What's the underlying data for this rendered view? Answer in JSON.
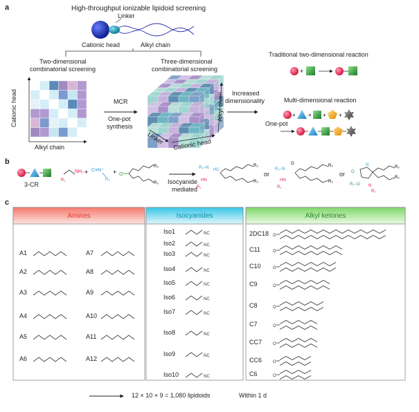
{
  "panel_a": {
    "letter": "a",
    "title": "High-throughput ionizable lipidoid screening",
    "linker": "Linker",
    "cationic_head": "Cationic head",
    "alkyl_chain": "Alkyl chain",
    "two_dim_title_1": "Two-dimensional",
    "two_dim_title_2": "combinatorial screening",
    "three_dim_title_1": "Three-dimensional",
    "three_dim_title_2": "combinatorial screening",
    "axis_cationic_head": "Cationic head",
    "axis_alkyl_chain": "Alkyl chain",
    "mcr": "MCR",
    "one_pot_1": "One-pot",
    "one_pot_2": "synthesis",
    "cube_linker": "Linker",
    "cube_cationic_head": "Cationic head",
    "cube_alkyl_chain": "Alkyl chain",
    "increased_1": "Increased",
    "increased_2": "dimensionality",
    "traditional": "Traditional two-dimensional reaction",
    "multi": "Multi-dimensional reaction",
    "one_pot_short": "One-pot",
    "colors": {
      "head": "#1a2fb5",
      "linker": "#1e8fb0",
      "red": "#e8194b",
      "green": "#2f9a3a",
      "blue": "#2a9ad6",
      "orange": "#f4a81c",
      "gray": "#555555"
    }
  },
  "panel_b": {
    "letter": "b",
    "three_cr": "3-CR",
    "isocyanide_1": "Isocyanide",
    "isocyanide_2": "mediated",
    "or_1": "or",
    "or_2": "or"
  },
  "panel_c": {
    "letter": "c",
    "amines_header": "Amines",
    "isocyanides_header": "Isocyanides",
    "alkyl_header": "Alkyl ketones",
    "amines_left": [
      "A1",
      "A2",
      "A3",
      "A4",
      "A5",
      "A6"
    ],
    "amines_right": [
      "A7",
      "A8",
      "A9",
      "A10",
      "A11",
      "A12"
    ],
    "isocyanides": [
      "Iso1",
      "Iso2",
      "Iso3",
      "Iso4",
      "Iso5",
      "Iso6",
      "Iso7",
      "Iso8",
      "Iso9",
      "Iso10"
    ],
    "ketones": [
      "2DC18",
      "C11",
      "C10",
      "C9",
      "C8",
      "C7",
      "CC7",
      "CC6",
      "C6"
    ],
    "footer_formula": "12 × 10 × 9 = 1,080 lipidoids",
    "footer_time": "Within 1 d"
  }
}
